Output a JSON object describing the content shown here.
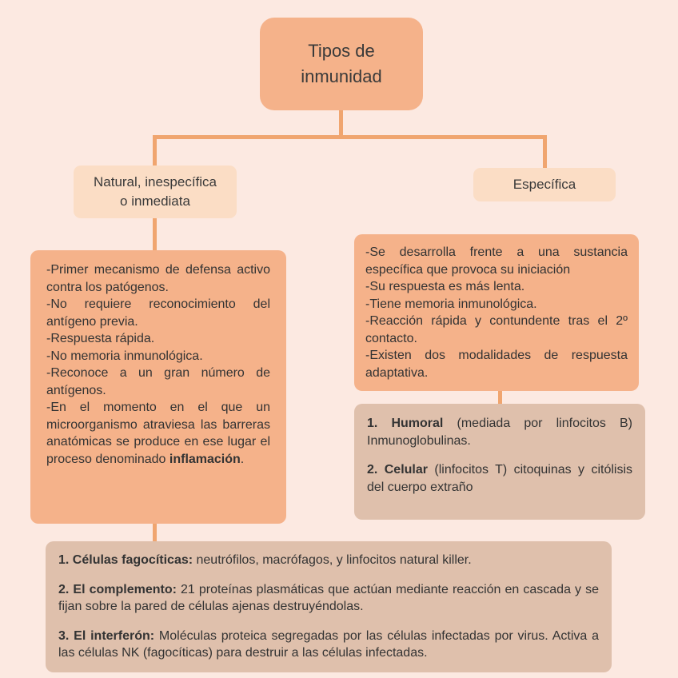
{
  "title": "Tipos de\ninmunidad",
  "left": {
    "label": "Natural, inespecífica\no inmediata",
    "items": [
      "-Primer mecanismo de defensa activo contra los patógenos.",
      "-No requiere reconocimiento del antígeno previa.",
      "-Respuesta rápida.",
      "-No memoria inmunológica.",
      "-Reconoce a un gran número de antígenos."
    ],
    "last_item": {
      "pre": "-En el momento en el que un microorganismo atraviesa las barreras anatómicas se produce en ese lugar el proceso denominado ",
      "bold": "inflamación",
      "post": "."
    }
  },
  "right": {
    "label": "Específica",
    "items": [
      "-Se desarrolla frente a una sustancia específica que provoca su iniciación",
      "-Su respuesta es más lenta.",
      "-Tiene memoria inmunológica.",
      "-Reacción rápida y contundente tras el 2º contacto.",
      "-Existen dos modalidades de respuesta adaptativa."
    ]
  },
  "modalities": [
    {
      "bold": "1. Humoral",
      "rest": " (mediada por linfocitos B) Inmunoglobulinas."
    },
    {
      "bold": "2. Celular",
      "rest": " (linfocitos T) citoquinas y citólisis del cuerpo extraño"
    }
  ],
  "innate_components": [
    {
      "bold": "1. Células fagocíticas:",
      "rest": " neutrófilos, macrófagos, y linfocitos natural killer."
    },
    {
      "bold": "2. El complemento:",
      "rest": " 21 proteínas plasmáticas que actúan mediante reacción en cascada y se fijan sobre la pared de células ajenas destruyéndolas."
    },
    {
      "bold": "3. El interferón:",
      "rest": " Moléculas proteica segregadas por las células infectadas por virus. Activa a las células NK (fagocíticas) para destruir a las células infectadas."
    }
  ],
  "colors": {
    "background": "#fce9e1",
    "box_orange": "#f5b28a",
    "box_label": "#fbddc5",
    "box_tan": "#dfc0ac",
    "connector": "#f0a56f",
    "text": "#333333"
  }
}
